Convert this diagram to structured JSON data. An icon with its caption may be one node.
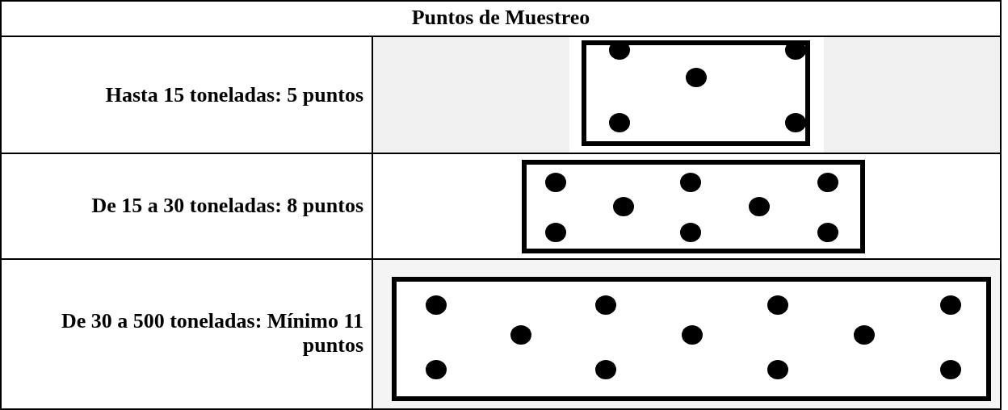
{
  "diagram": {
    "labels": [
      "Puntos de Muestreo",
      "Hasta 15 toneladas: 5 puntos",
      "De 15 a 30 toneladas: 8 puntos",
      "De 30 a 500 toneladas: Mínimo 11 puntos"
    ]
  }
}
